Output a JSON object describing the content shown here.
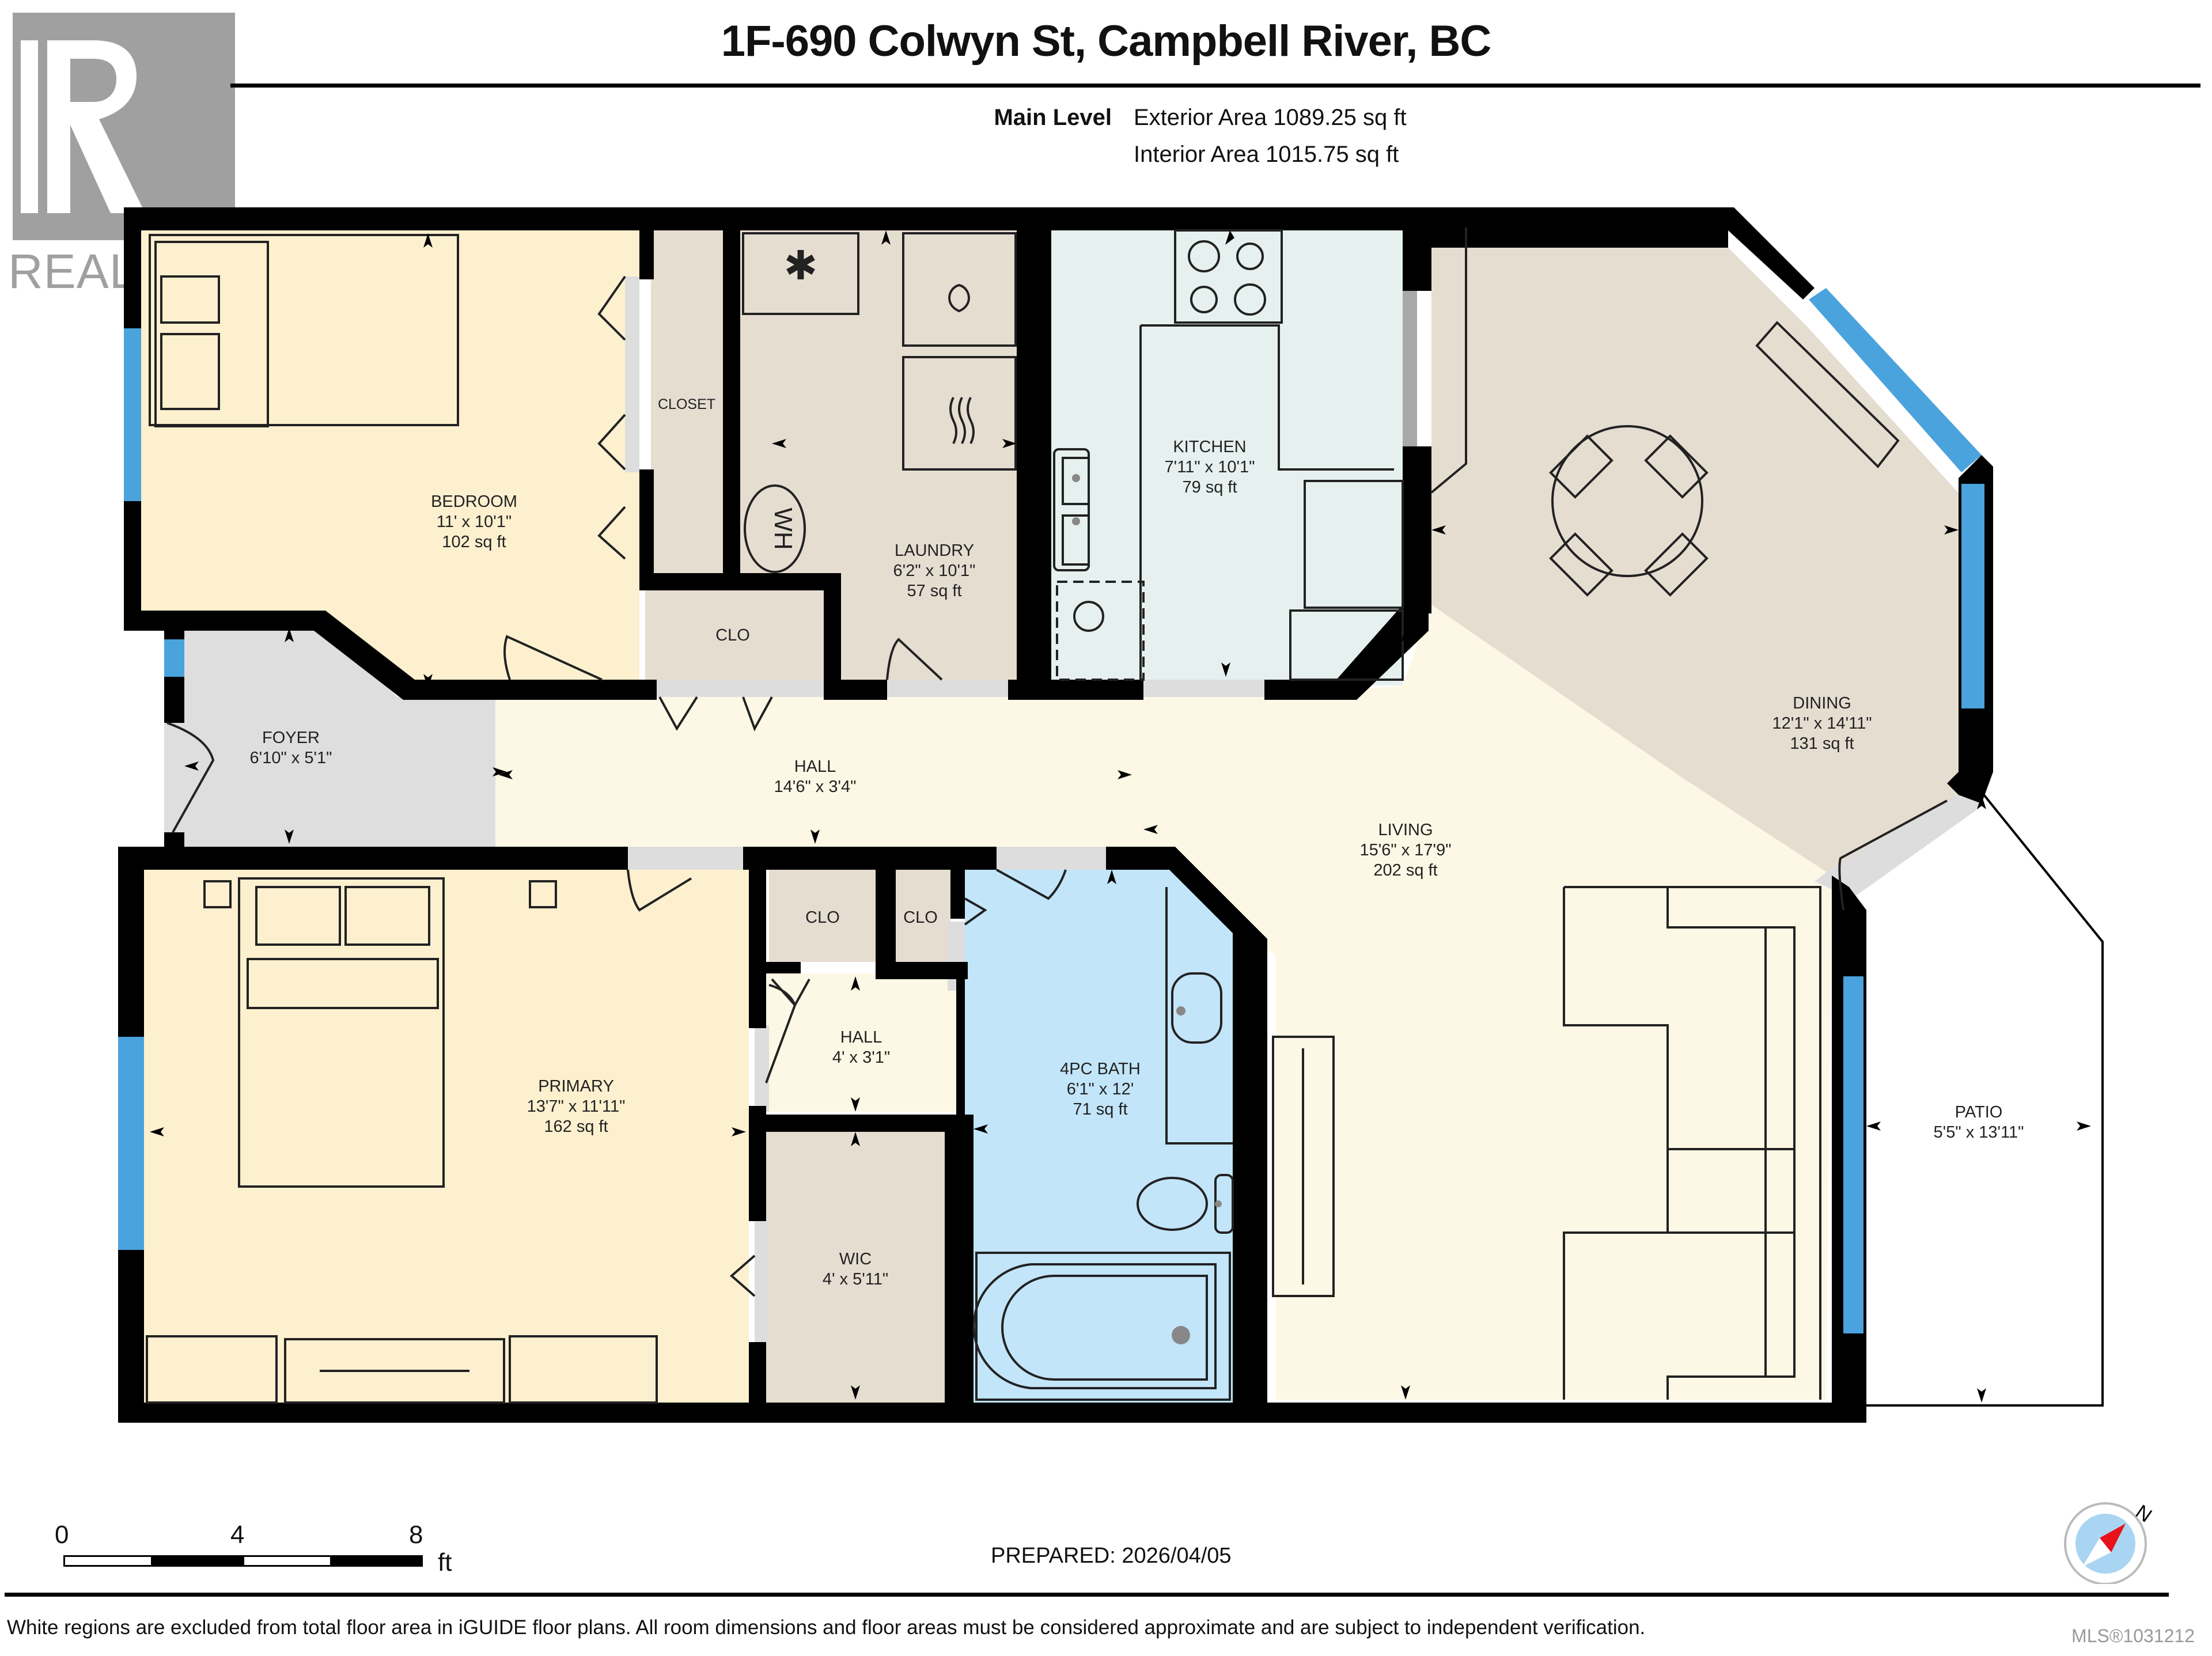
{
  "header": {
    "title": "1F-690 Colwyn St, Campbell River, BC",
    "level_label": "Main Level",
    "exterior_area": "Exterior Area 1089.25 sq ft",
    "interior_area": "Interior Area 1015.75 sq ft"
  },
  "watermark": {
    "text": "REALTOR",
    "mark": "®"
  },
  "colors": {
    "wall": "#000000",
    "window": "#4aa3dc",
    "bedroom_fill": "#fdf0cf",
    "utility_fill": "#e6ddd1",
    "kitchen_fill": "#e6f1ef",
    "living_fill": "#fdf8e5",
    "foyer_fill": "#dedede",
    "bath_fill": "#c2e5fa",
    "patio_fill": "#ffffff",
    "doorway_fill": "#dddddd"
  },
  "rooms": [
    {
      "id": "bedroom",
      "name": "BEDROOM",
      "dims": "11' x 10'1\"",
      "area": "102 sq ft"
    },
    {
      "id": "closet",
      "name": "CLOSET",
      "dims": "",
      "area": ""
    },
    {
      "id": "clo_top",
      "name": "CLO",
      "dims": "",
      "area": ""
    },
    {
      "id": "laundry",
      "name": "LAUNDRY",
      "dims": "6'2\" x 10'1\"",
      "area": "57 sq ft"
    },
    {
      "id": "kitchen",
      "name": "KITCHEN",
      "dims": "7'11\" x 10'1\"",
      "area": "79 sq ft"
    },
    {
      "id": "dining",
      "name": "DINING",
      "dims": "12'1\" x 14'11\"",
      "area": "131 sq ft"
    },
    {
      "id": "foyer",
      "name": "FOYER",
      "dims": "6'10\" x 5'1\"",
      "area": ""
    },
    {
      "id": "hall_main",
      "name": "HALL",
      "dims": "14'6\" x 3'4\"",
      "area": ""
    },
    {
      "id": "living",
      "name": "LIVING",
      "dims": "15'6\" x 17'9\"",
      "area": "202 sq ft"
    },
    {
      "id": "primary",
      "name": "PRIMARY",
      "dims": "13'7\" x 11'11\"",
      "area": "162 sq ft"
    },
    {
      "id": "clo_a",
      "name": "CLO",
      "dims": "",
      "area": ""
    },
    {
      "id": "clo_b",
      "name": "CLO",
      "dims": "",
      "area": ""
    },
    {
      "id": "hall_small",
      "name": "HALL",
      "dims": "4' x 3'1\"",
      "area": ""
    },
    {
      "id": "wic",
      "name": "WIC",
      "dims": "4' x 5'11\"",
      "area": ""
    },
    {
      "id": "bath",
      "name": "4PC BATH",
      "dims": "6'1\" x 12'",
      "area": "71 sq ft"
    },
    {
      "id": "patio",
      "name": "PATIO",
      "dims": "5'5\" x 13'11\"",
      "area": ""
    }
  ],
  "fixtures": {
    "water_heater_label": "WH"
  },
  "scale_bar": {
    "ticks": [
      "0",
      "4",
      "8"
    ],
    "unit": "ft"
  },
  "prepared": "PREPARED: 2026/04/05",
  "compass": {
    "north_label": "N"
  },
  "footer": {
    "disclaimer": "White regions are excluded from total floor area in iGUIDE floor plans. All room dimensions and floor areas must be considered approximate and are subject to independent verification.",
    "mls": "MLS®1031212"
  }
}
